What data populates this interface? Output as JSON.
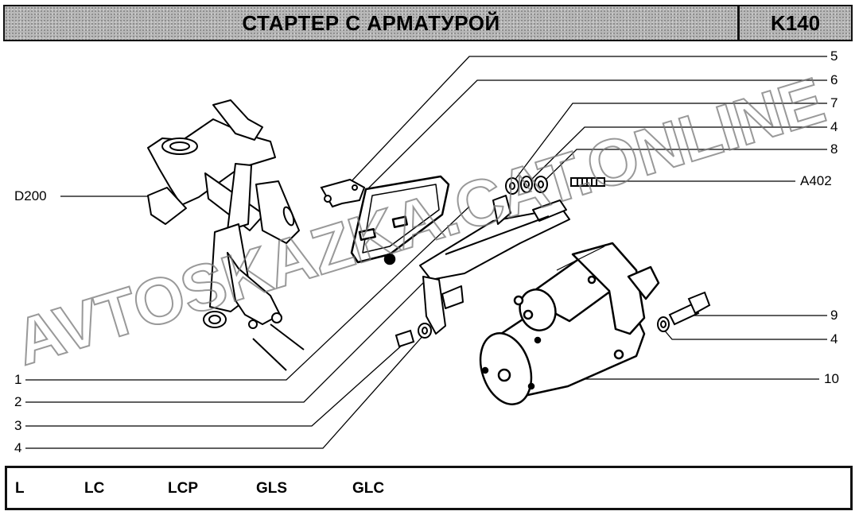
{
  "header": {
    "title": "СТАРТЕР С АРМАТУРОЙ",
    "code": "K140"
  },
  "callouts": {
    "c5": "5",
    "c6": "6",
    "c7": "7",
    "c4a": "4",
    "c8": "8",
    "ref_a402": "A402",
    "ref_d200": "D200",
    "c9": "9",
    "c4b": "4",
    "c10": "10",
    "c1": "1",
    "c2": "2",
    "c3": "3",
    "c4c": "4"
  },
  "watermark": "AVTOSKAZKA.CAT.ONLINE",
  "footer": {
    "variants": [
      "L",
      "LC",
      "LCP",
      "GLS",
      "GLC"
    ]
  }
}
